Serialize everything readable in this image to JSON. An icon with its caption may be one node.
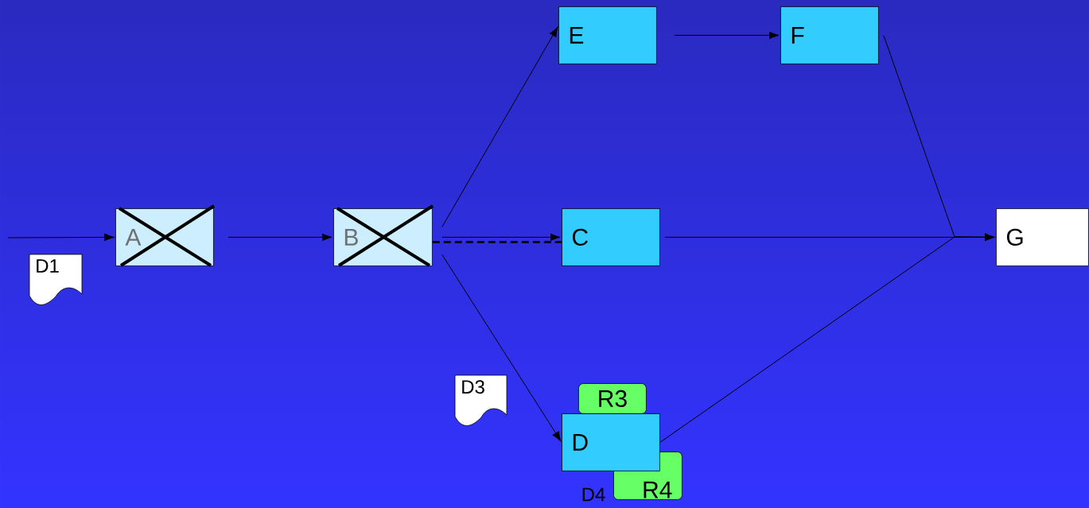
{
  "diagram": {
    "nodes": [
      {
        "text": [
          "A"
        ]
      },
      {
        "text": [
          "B"
        ]
      },
      {
        "text": [
          "E"
        ]
      },
      {
        "text": [
          "F"
        ]
      },
      {
        "text": [
          "C"
        ]
      },
      {
        "text": [
          "G"
        ]
      },
      {
        "text": [
          "R3"
        ]
      },
      {
        "text": [
          "D"
        ]
      },
      {
        "text": [
          "R4"
        ]
      },
      {
        "text": [
          "D1"
        ]
      },
      {
        "text": [
          "D3"
        ]
      }
    ],
    "edges": [
      {
        "from": null,
        "to": 0,
        "arrow": "to"
      },
      {
        "from": 0,
        "to": 1,
        "arrow": "to"
      },
      {
        "from": 1,
        "to": 2,
        "arrow": "to"
      },
      {
        "from": 1,
        "to": 4,
        "arrow": "to"
      },
      {
        "from": 1,
        "to": 4,
        "arrow": "none",
        "style": "dashed"
      },
      {
        "from": 1,
        "to": 7,
        "arrow": "to"
      },
      {
        "from": 2,
        "to": 3,
        "arrow": "to"
      },
      {
        "from": 3,
        "to": 5,
        "arrow": "to"
      },
      {
        "from": 4,
        "to": 5,
        "arrow": "to"
      },
      {
        "from": 7,
        "to": 5,
        "arrow": "to"
      }
    ],
    "labels": [
      "D4"
    ]
  }
}
